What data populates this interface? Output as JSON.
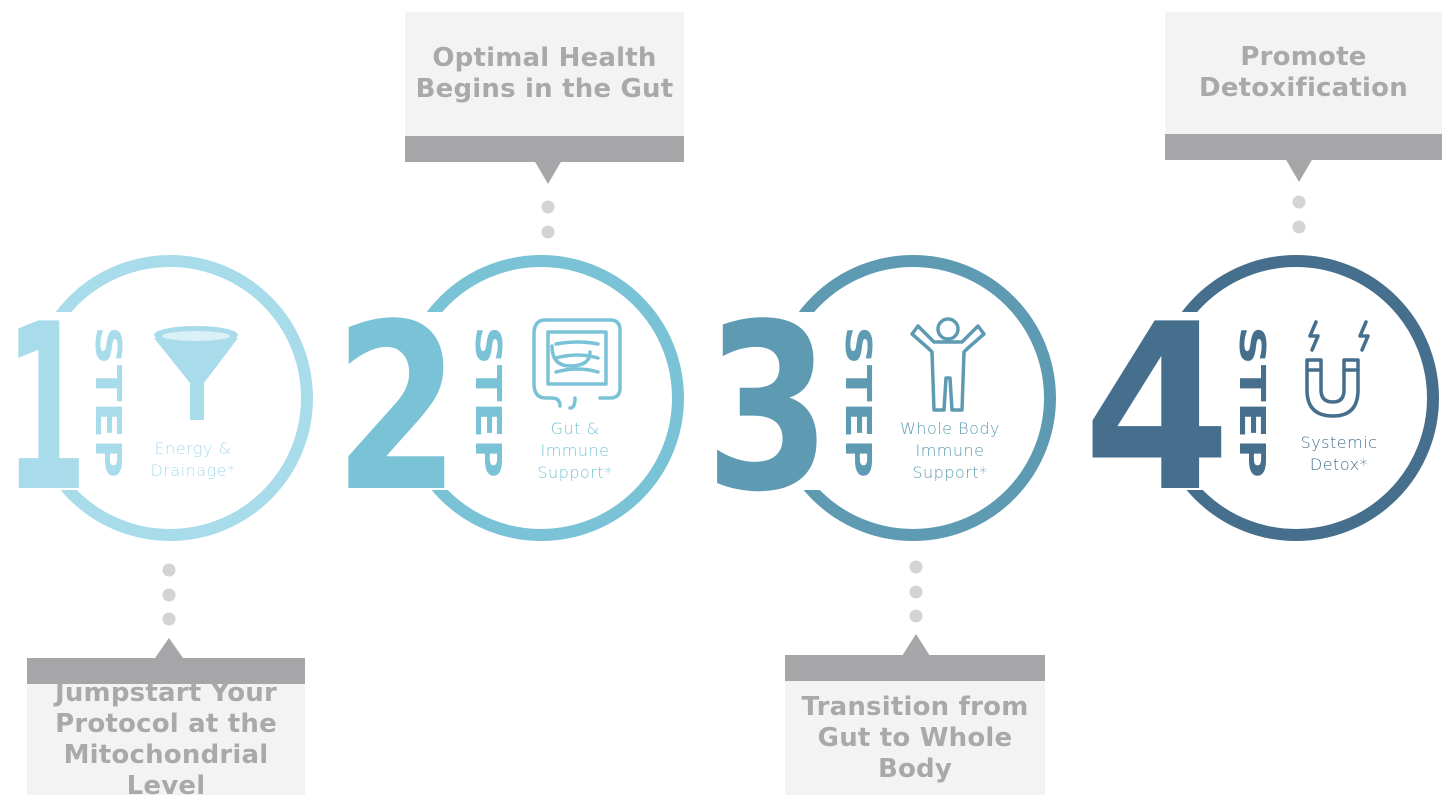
{
  "colors": {
    "step1": "#a9dcea",
    "step2": "#7ac3d6",
    "step3": "#5e9bb2",
    "step4": "#456f8c",
    "callout_bg": "#f3f3f4",
    "callout_bar": "#a6a6a9",
    "callout_text": "#a9a9ab",
    "dots": "#d4d4d6"
  },
  "steps": [
    {
      "number": "1",
      "word": "STEP",
      "icon": "funnel-icon",
      "label": "Energy &\nDrainage*",
      "callout": "Jumpstart Your\nProtocol at the\nMitochondrial Level",
      "callout_position": "below"
    },
    {
      "number": "2",
      "word": "STEP",
      "icon": "intestine-icon",
      "label": "Gut &\nImmune\nSupport*",
      "callout": "Optimal Health\nBegins in the Gut",
      "callout_position": "above"
    },
    {
      "number": "3",
      "word": "STEP",
      "icon": "person-arms-raised-icon",
      "label": "Whole Body\nImmune\nSupport*",
      "callout": "Transition from\nGut to Whole Body",
      "callout_position": "below"
    },
    {
      "number": "4",
      "word": "STEP",
      "icon": "magnet-icon",
      "label": "Systemic\nDetox*",
      "callout": "Promote\nDetoxification",
      "callout_position": "above"
    }
  ]
}
